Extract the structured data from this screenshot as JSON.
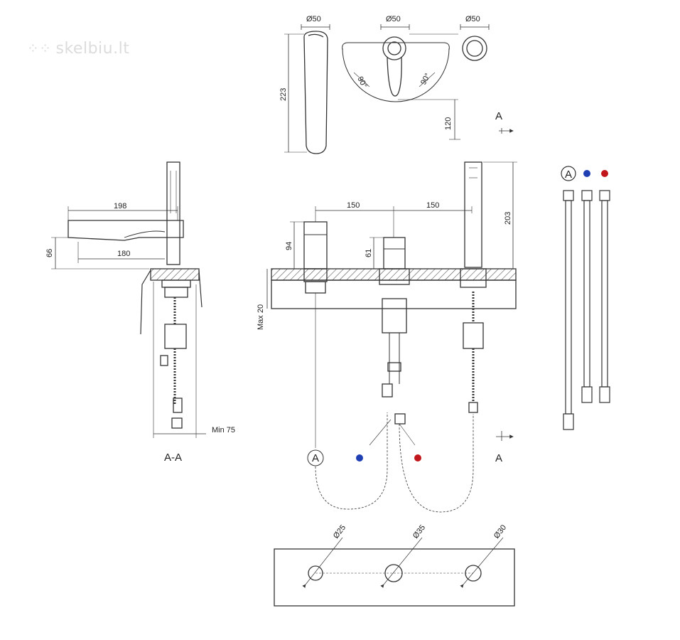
{
  "watermark": {
    "text": "skelbiu.lt"
  },
  "colors": {
    "line": "#333333",
    "cold": "#1f3fb3",
    "hot": "#c0161c",
    "hatch": "#555555"
  },
  "top_view": {
    "dia_left": "Ø50",
    "dia_mid": "Ø50",
    "dia_right": "Ø50",
    "height_223": "223",
    "angle_left": "90°",
    "angle_right": "90°",
    "height_120": "120"
  },
  "section": {
    "label": "A-A",
    "dim_198": "198",
    "dim_180": "180",
    "dim_66": "66",
    "dim_min75": "Min 75"
  },
  "front": {
    "dim_150_left": "150",
    "dim_150_right": "150",
    "dim_94": "94",
    "dim_61": "61",
    "dim_203": "203",
    "dim_max20": "Max 20",
    "section_mark_top": "A",
    "section_mark_bottom": "A"
  },
  "legend": {
    "hose_label": "A"
  },
  "holes": {
    "dia_25": "Ø25",
    "dia_35": "Ø35",
    "dia_30": "Ø30"
  }
}
